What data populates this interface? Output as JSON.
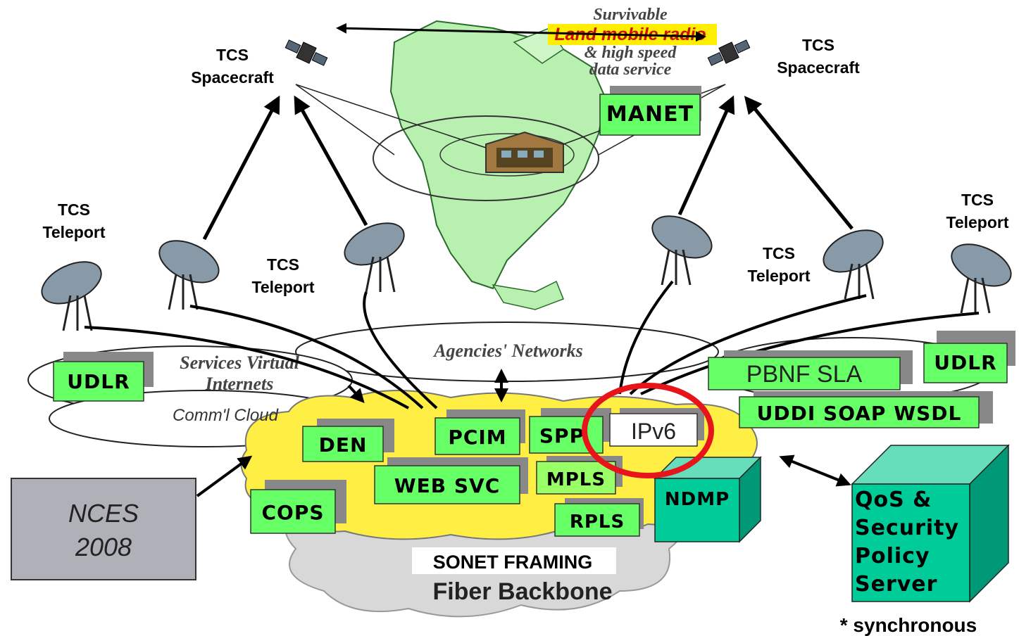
{
  "labels": {
    "spacecraft_left": [
      "TCS",
      "Spacecraft"
    ],
    "spacecraft_right": [
      "TCS",
      "Spacecraft"
    ],
    "teleport_far_left": [
      "TCS",
      "Teleport"
    ],
    "teleport_mid_left": [
      "TCS",
      "Teleport"
    ],
    "teleport_mid_right": [
      "TCS",
      "Teleport"
    ],
    "teleport_far_right": [
      "TCS",
      "Teleport"
    ],
    "survivable": [
      "Survivable",
      "Land mobile radio",
      "& high speed",
      "data service"
    ],
    "services_virtual": [
      "Services Virtual",
      "Internets"
    ],
    "agencies_networks": "Agencies' Networks",
    "comml_cloud": "Comm'l Cloud",
    "sonet": "SONET FRAMING",
    "fiber": "Fiber Backbone",
    "synchronous": "* synchronous",
    "nces": [
      "NCES",
      "2008"
    ],
    "qos_server": [
      "QoS &",
      "Security",
      "Policy",
      "Server"
    ]
  },
  "boxes": {
    "manet": "MANET",
    "udlr_left": "UDLR",
    "udlr_right": "UDLR",
    "pbnf_sla": "PBNF SLA",
    "uddi": "UDDI SOAP WSDL",
    "den": "DEN",
    "pcim": "PCIM",
    "spp": "SPP",
    "ipv6": "IPv6",
    "mpls": "MPLS",
    "web_svc": "WEB SVC",
    "cops": "COPS",
    "rpls": "RPLS",
    "ndmp": "NDMP"
  },
  "colors": {
    "box_green": "#66ff66",
    "box_shadow": "#888888",
    "teal": "#00cc99",
    "cloud_yellow": "#ffee44",
    "cloud_gray": "#d8d8d8",
    "map_green": "#b8f0b0",
    "nces_gray": "#b0b0b8",
    "highlight_red": "#e8141c",
    "radio_red": "#cc1100",
    "radio_yellow": "#ffee00"
  }
}
